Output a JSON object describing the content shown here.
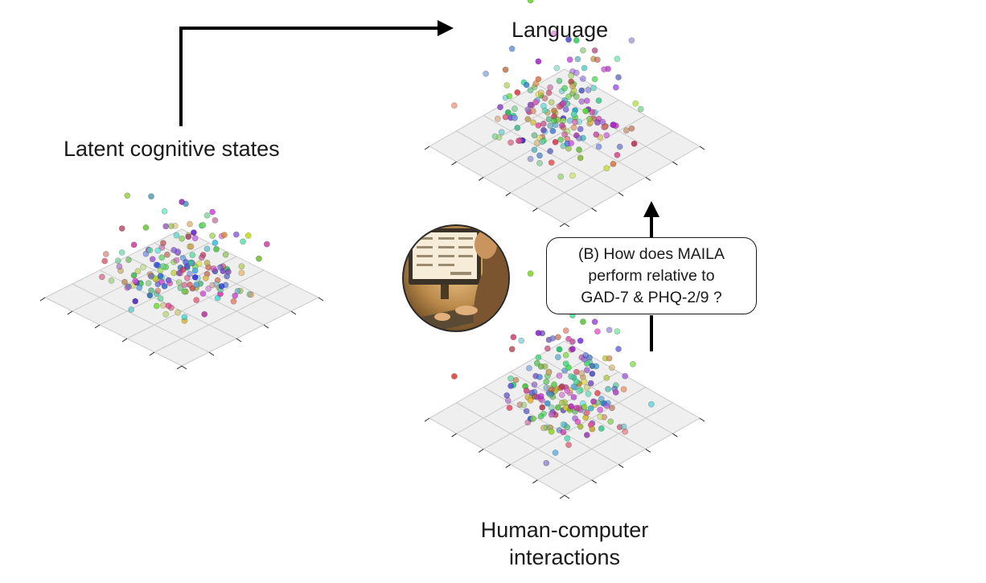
{
  "labels": {
    "latent": "Latent cognitive states",
    "language": "Language",
    "hci": "Human-computer interactions"
  },
  "question": {
    "text": "(B) How does MAILA\nperform relative to\nGAD-7 & PHQ-2/9 ?"
  },
  "panels": [
    {
      "id": "latent",
      "point_count": 170
    },
    {
      "id": "language",
      "point_count": 180
    },
    {
      "id": "hci",
      "point_count": 190
    }
  ],
  "colors": {
    "ink": "#1a1a1a",
    "grid_fill": "#efefef",
    "grid_line": "#c8c8c8"
  },
  "illustration": {
    "name": "person using computer"
  }
}
